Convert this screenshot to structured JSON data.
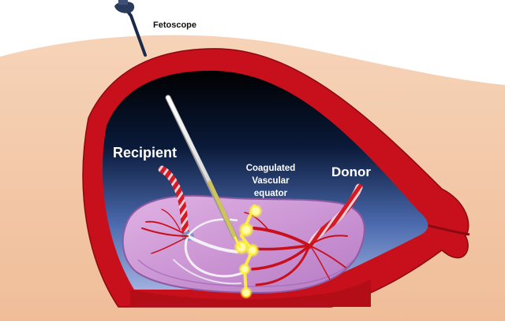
{
  "labels": {
    "fetoscope": "Fetoscope",
    "recipient": "Recipient",
    "donor": "Donor",
    "coagulated_lines": [
      "Coagulated",
      "Vascular",
      "equator"
    ]
  },
  "colors": {
    "skin": "#f3c6a4",
    "uterine_wall": "#c8101c",
    "amniotic_cavity_top": "#000000",
    "amniotic_cavity_bottom": "#8aa0d8",
    "placenta": "#c98fd0",
    "laser_glow": "#fff23a",
    "vessel": "#c8101c"
  }
}
